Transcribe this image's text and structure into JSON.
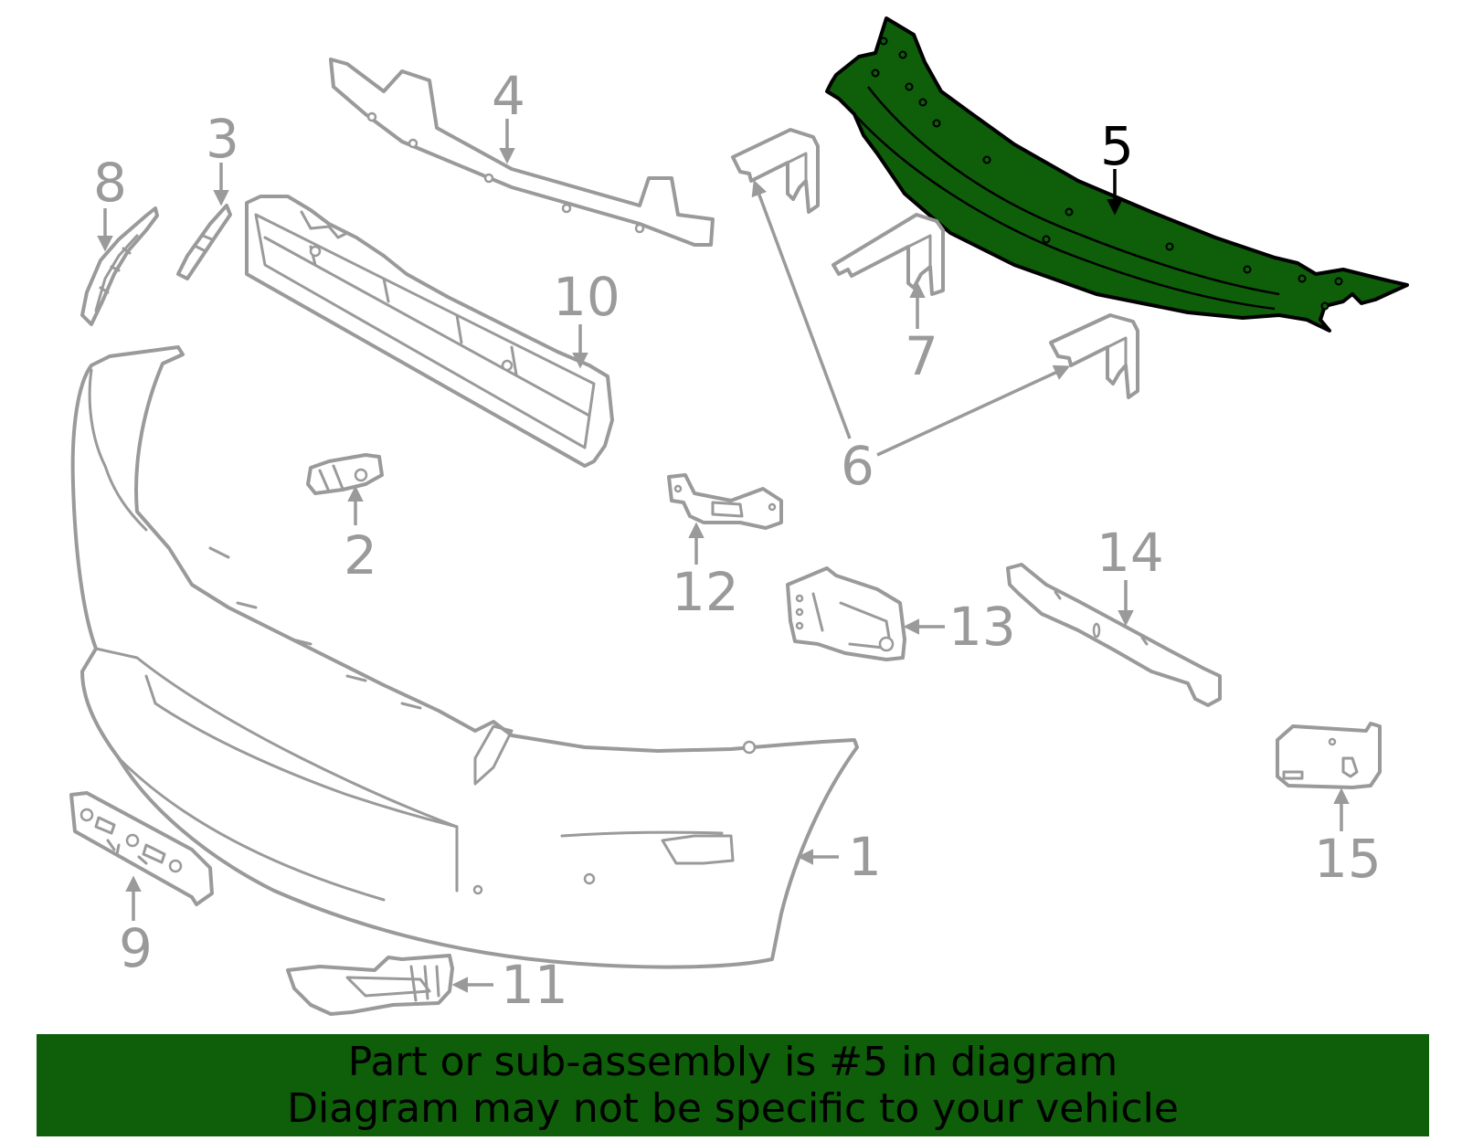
{
  "callouts": {
    "c1": "1",
    "c2": "2",
    "c3": "3",
    "c4": "4",
    "c5": "5",
    "c6": "6",
    "c7": "7",
    "c8": "8",
    "c9": "9",
    "c10": "10",
    "c11": "11",
    "c12": "12",
    "c13": "13",
    "c14": "14",
    "c15": "15"
  },
  "highlight": {
    "part_number": "5",
    "fill_color": "#0e5e0a"
  },
  "banner": {
    "line1": "Part or sub-assembly is #5 in diagram",
    "line2": "Diagram may not be specific to your vehicle",
    "background": "#0e5e0a"
  }
}
